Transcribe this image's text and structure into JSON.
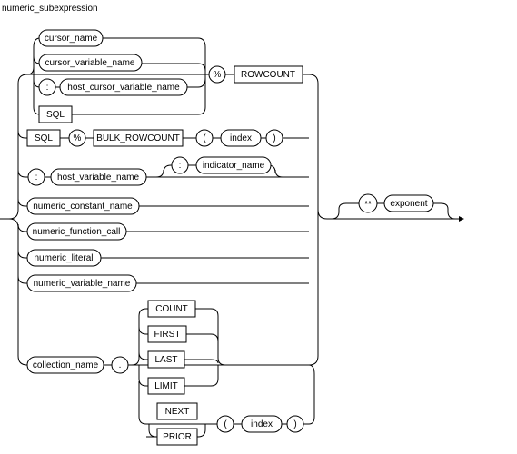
{
  "diagram": {
    "title": "numeric_subexpression",
    "cursor_name": "cursor_name",
    "cursor_variable_name": "cursor_variable_name",
    "colon": ":",
    "host_cursor_variable_name": "host_cursor_variable_name",
    "sql": "SQL",
    "percent": "%",
    "rowcount": "ROWCOUNT",
    "bulk_rowcount": "BULK_ROWCOUNT",
    "lparen": "(",
    "index": "index",
    "rparen": ")",
    "host_variable_name": "host_variable_name",
    "indicator_name": "indicator_name",
    "numeric_constant_name": "numeric_constant_name",
    "numeric_function_call": "numeric_function_call",
    "numeric_literal": "numeric_literal",
    "numeric_variable_name": "numeric_variable_name",
    "collection_name": "collection_name",
    "dot": ".",
    "count": "COUNT",
    "first": "FIRST",
    "last": "LAST",
    "limit": "LIMIT",
    "next": "NEXT",
    "prior": "PRIOR",
    "power": "**",
    "exponent": "exponent"
  }
}
